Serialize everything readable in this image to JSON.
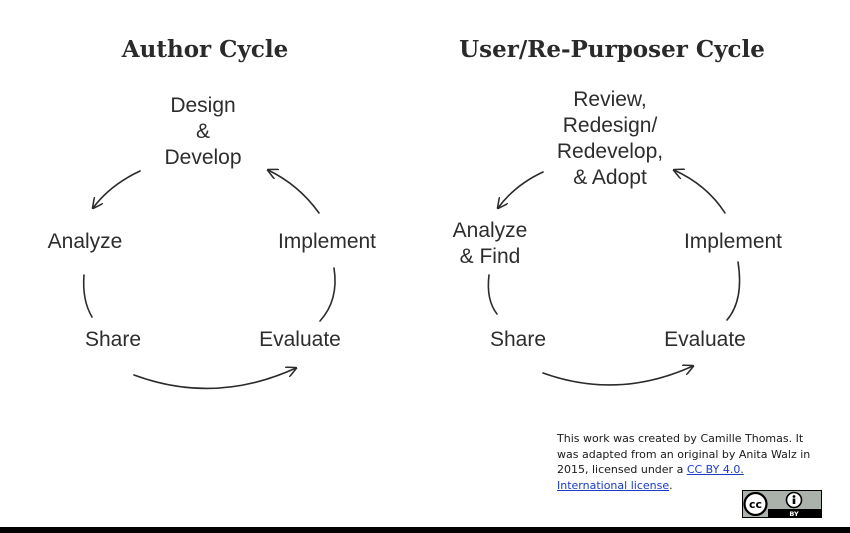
{
  "author_cycle": {
    "title": "Author Cycle",
    "design_lines": [
      "Design",
      "&",
      "Develop"
    ],
    "analyze_lines": [
      "Analyze"
    ],
    "implement": "Implement",
    "share": "Share",
    "evaluate": "Evaluate"
  },
  "user_cycle": {
    "title": "User/Re-Purposer Cycle",
    "review_lines": [
      "Review,",
      "Redesign/",
      "Redevelop,",
      "& Adopt"
    ],
    "analyze_lines": [
      "Analyze",
      "& Find"
    ],
    "implement": "Implement",
    "share": "Share",
    "evaluate": "Evaluate"
  },
  "credit": {
    "text_before_link1": "This work was created by Camille Thomas. It was adapted from an original by Anita Walz in 2015, licensed under a ",
    "link1": "CC BY 4.0.",
    "link2": "International license",
    "text_end": "."
  },
  "license_badge": {
    "cc": "cc",
    "by": "BY"
  }
}
